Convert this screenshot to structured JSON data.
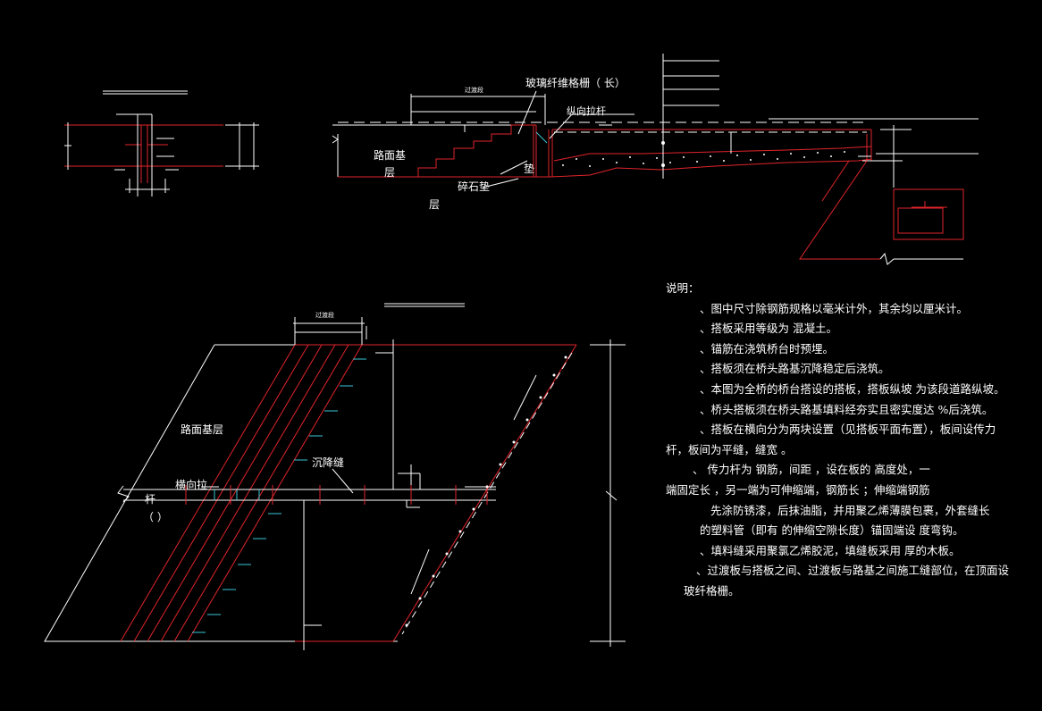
{
  "labels": {
    "geogrid": "玻璃纤维格栅（ 长）",
    "transition_top": "过渡段",
    "longitudinal_rod": "纵向拉杆",
    "road_base_1": "路面基",
    "road_base_2": "层",
    "gravel_1": "碎石垫",
    "gravel_2": "层",
    "pad": "垫",
    "transition_plan": "过渡段",
    "road_base_plan": "路面基层",
    "settlement_joint": "沉降缝",
    "transverse_rod_1": "横向拉",
    "transverse_rod_2": "杆",
    "transverse_rod_3": "（          ）"
  },
  "notes": {
    "title": "说明：",
    "lines": [
      "、图中尺寸除钢筋规格以毫米计外，其余均以厘米计。",
      "、搭板采用等级为       混凝土。",
      "、锚筋在浇筑桥台时预埋。",
      "、搭板须在桥头路基沉降稳定后浇筑。",
      "、本图为全桥的桥台搭设的搭板，搭板纵坡    为该段道路纵坡。",
      "、桥头搭板须在桥头路基填料经夯实且密实度达     %后浇筑。",
      "、搭板在横向分为两块设置（见搭板平面布置），板间设传力",
      "杆，板间为平缝，缝宽       。",
      "、      传力杆为       钢筋，间距      ，设在板的      高度处，一",
      "端固定长            ，另一端为可伸缩端，钢筋长           ；伸缩端钢筋",
      "先涂防锈漆，后抹油脂，并用聚乙烯薄膜包裹，外套缝长",
      "的塑料管（即有        的伸缩空隙长度）锚固端设    度弯钩。",
      "、填料缝采用聚氯乙烯胶泥，填缝板采用       厚的木板。",
      "、过渡板与搭板之间、过渡板与路基之间施工缝部位，在顶面设",
      "玻纤格栅。"
    ]
  },
  "colors": {
    "background": "#000000",
    "line": "#ffffff",
    "red": "#e0242b",
    "cyan": "#38c6d6"
  }
}
